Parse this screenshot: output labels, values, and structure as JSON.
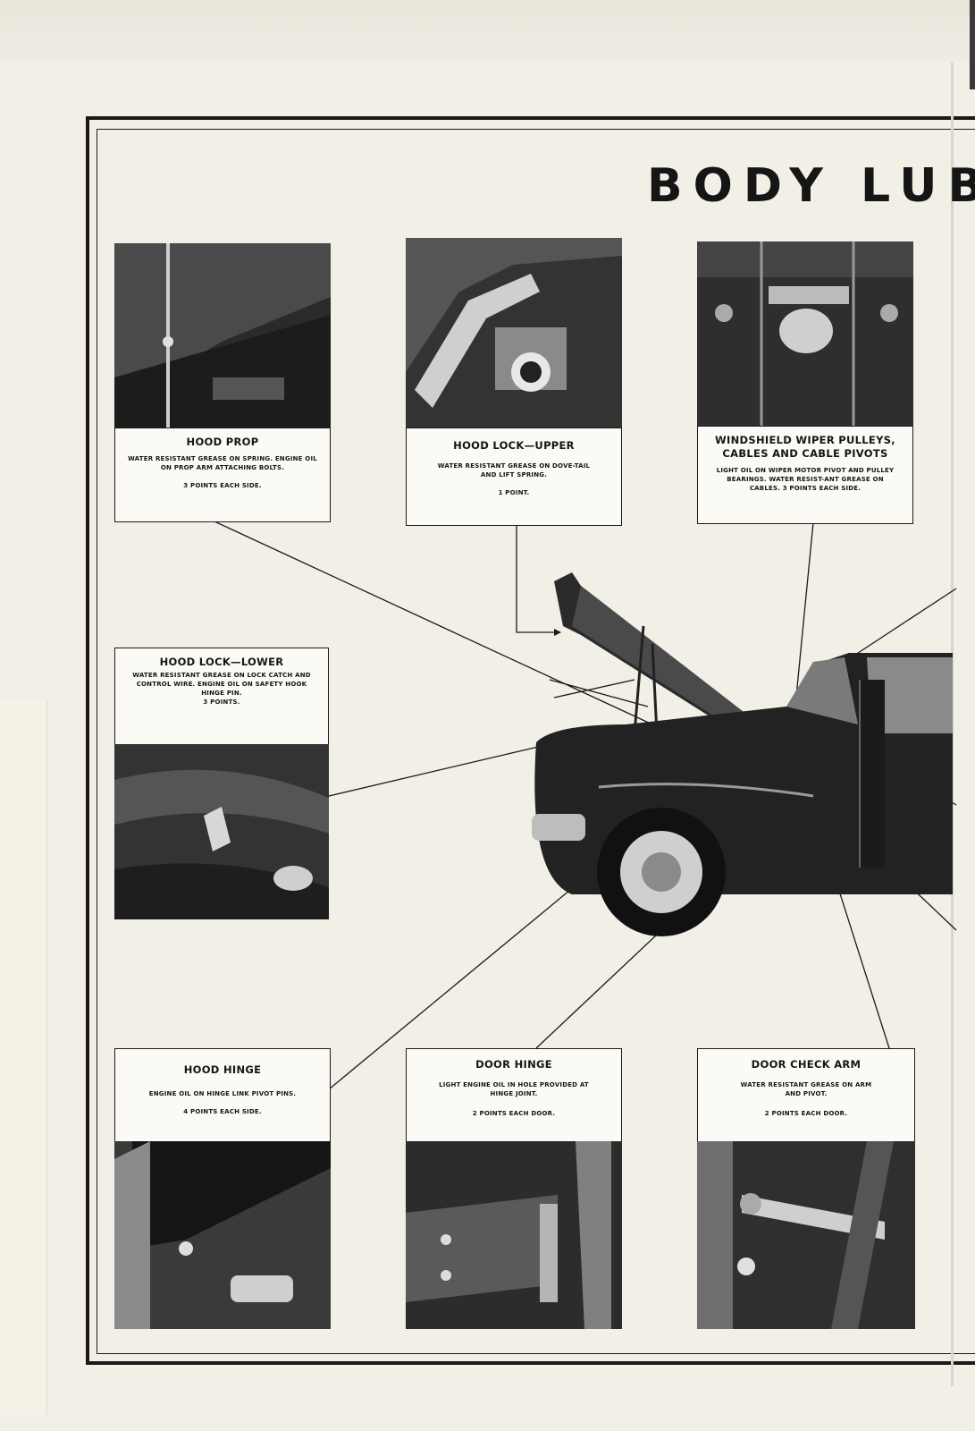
{
  "title": "BODY LUB",
  "callouts": {
    "hood_prop": {
      "title": "HOOD PROP",
      "description": "WATER RESISTANT GREASE ON SPRING. ENGINE OIL ON PROP ARM ATTACHING BOLTS.",
      "points": "3 POINTS EACH SIDE."
    },
    "hood_lock_upper": {
      "title": "HOOD LOCK—UPPER",
      "description": "WATER RESISTANT GREASE ON DOVE-TAIL AND LIFT SPRING.",
      "points": "1 POINT."
    },
    "windshield_wiper": {
      "title": "WINDSHIELD WIPER PULLEYS, CABLES AND CABLE PIVOTS",
      "description": "LIGHT OIL ON WIPER MOTOR PIVOT AND PULLEY BEARINGS. WATER RESIST-ANT GREASE ON CABLES. 3 POINTS EACH SIDE."
    },
    "hood_lock_lower": {
      "title": "HOOD LOCK—LOWER",
      "description": "WATER RESISTANT GREASE ON LOCK CATCH AND CONTROL WIRE. ENGINE OIL ON SAFETY HOOK HINGE PIN.",
      "points": "3 POINTS."
    },
    "hood_hinge": {
      "title": "HOOD HINGE",
      "description": "ENGINE OIL ON HINGE LINK PIVOT PINS.",
      "points": "4 POINTS EACH SIDE."
    },
    "door_hinge": {
      "title": "DOOR HINGE",
      "description": "LIGHT ENGINE OIL IN HOLE PROVIDED AT HINGE JOINT.",
      "points": "2 POINTS EACH DOOR."
    },
    "door_check_arm": {
      "title": "DOOR CHECK ARM",
      "description": "WATER RESISTANT GREASE ON ARM AND PIVOT.",
      "points": "2 POINTS EACH DOOR."
    }
  },
  "colors": {
    "ink": "#1a1a1a",
    "paper": "#f1efe6",
    "photo": "#3b3b3b"
  }
}
